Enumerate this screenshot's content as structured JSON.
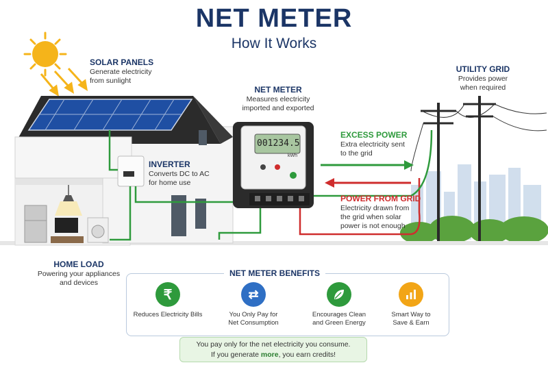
{
  "header": {
    "title": "NET METER",
    "subtitle": "How It Works"
  },
  "solar": {
    "label": "SOLAR PANELS",
    "desc_line1": "Generate electricity",
    "desc_line2": "from sunlight"
  },
  "netmeter": {
    "label": "NET METER",
    "desc_line1": "Measures electricity",
    "desc_line2": "imported and exported",
    "display": "001234.5",
    "unit": "kWh"
  },
  "inverter": {
    "label": "INVERTER",
    "desc_line1": "Converts DC to AC",
    "desc_line2": "for home use"
  },
  "utility": {
    "label": "UTILITY GRID",
    "desc_line1": "Provides power",
    "desc_line2": "when required"
  },
  "excess": {
    "label": "EXCESS POWER",
    "desc_line1": "Extra electricity sent",
    "desc_line2": "to the grid"
  },
  "fromgrid": {
    "label": "POWER FROM GRID",
    "desc_line1": "Electricity drawn from",
    "desc_line2": "the grid when solar",
    "desc_line3": "power is not enough"
  },
  "homeload": {
    "label": "HOME LOAD",
    "desc_line1": "Powering your appliances",
    "desc_line2": "and devices"
  },
  "benefits": {
    "title": "NET METER BENEFITS",
    "items": [
      {
        "line1": "Reduces Electricity Bills",
        "line2": "",
        "icon": "rupee-icon",
        "color": "#2e9a3c"
      },
      {
        "line1": "You Only Pay for",
        "line2": "Net Consumption",
        "icon": "exchange-arrows-icon",
        "color": "#2f6fc4"
      },
      {
        "line1": "Encourages Clean",
        "line2": "and Green Energy",
        "icon": "leaf-icon",
        "color": "#2e9a3c"
      },
      {
        "line1": "Smart Way to",
        "line2": "Save & Earn",
        "icon": "bar-chart-icon",
        "color": "#f2a516"
      }
    ]
  },
  "footer": {
    "line1": "You pay only for the net electricity you consume.",
    "line2_a": "If you generate ",
    "line2_b": "more",
    "line2_c": ", you earn credits!"
  },
  "colors": {
    "navy": "#1b3566",
    "green": "#2e9a3c",
    "red": "#cf2d2d",
    "sun": "#f5b41a"
  }
}
